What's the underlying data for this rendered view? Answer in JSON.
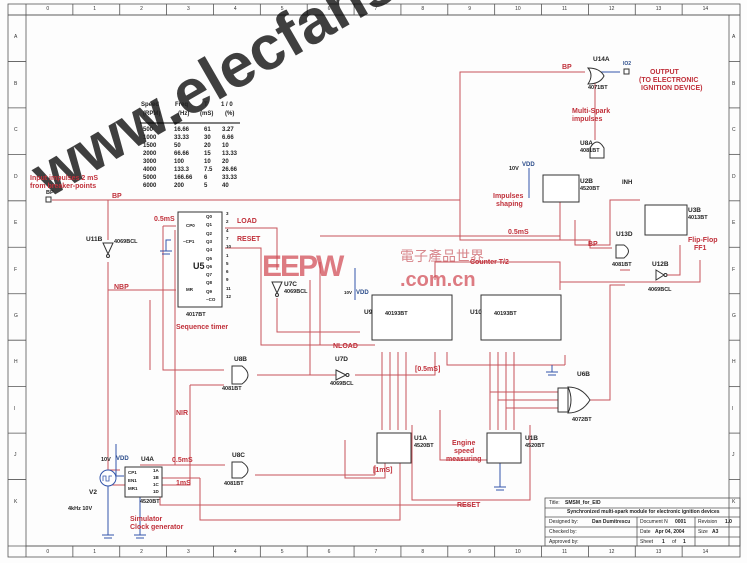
{
  "frame": {
    "columns": [
      "0",
      "1",
      "2",
      "3",
      "4",
      "5",
      "6",
      "7",
      "8",
      "9",
      "10",
      "11",
      "12",
      "13",
      "14"
    ],
    "rows": [
      "A",
      "B",
      "C",
      "D",
      "E",
      "F",
      "G",
      "H",
      "I",
      "J",
      "K"
    ]
  },
  "table": {
    "headers": [
      "Speed",
      "Freq",
      "T",
      "1 / 0"
    ],
    "subheaders": [
      "(RPM)",
      "(Hz)",
      "(mS)",
      "(%)"
    ],
    "rows": [
      [
        "500",
        "16.66",
        "61",
        "3.27"
      ],
      [
        "1000",
        "33.33",
        "30",
        "6.66"
      ],
      [
        "1500",
        "50",
        "20",
        "10"
      ],
      [
        "2000",
        "66.66",
        "15",
        "13.33"
      ],
      [
        "3000",
        "100",
        "10",
        "20"
      ],
      [
        "4000",
        "133.3",
        "7.5",
        "26.66"
      ],
      [
        "5000",
        "166.66",
        "6",
        "33.33"
      ],
      [
        "6000",
        "200",
        "5",
        "40"
      ]
    ]
  },
  "labels": {
    "input_note_1": "Input impulses 2 mS",
    "input_note_2": "from breaker-points",
    "bp_port": "BP",
    "bp": "BP",
    "nbp": "NBP",
    "load": "LOAD",
    "reset": "RESET",
    "reset_bottom": "RESET",
    "half_ms": "0.5mS",
    "half_ms_2": "0.5mS",
    "half_ms_3": "0.5mS",
    "half_ms_bracket": "[0.5mS]",
    "one_ms": "1mS",
    "one_ms_bracket": "[1mS]",
    "nload": "NLOAD",
    "nir": "NIR",
    "counter": "Counter T/2",
    "inh": "INH",
    "bp2": "BP",
    "bp3": "BP",
    "multi_spark_1": "Multi-Spark",
    "multi_spark_2": "impulses",
    "impulses_shaping_1": "Impulses",
    "impulses_shaping_2": "shaping",
    "flipflop_1": "Flip-Flop",
    "flipflop_2": "FF1",
    "output_1": "OUTPUT",
    "output_2": "(TO  ELECTRONIC",
    "output_3": "IGNITION DEVICE)",
    "io2": "IO2",
    "sequence_timer": "Sequence timer",
    "engine_1": "Engine",
    "engine_2": "speed",
    "engine_3": "measuring",
    "simulator_1": "Simulator",
    "simulator_2": "Clock generator",
    "vdd_1": "VDD",
    "vdd_2": "VDD",
    "vdd_3": "VDD",
    "v10_1": "10V",
    "v10_2": "10V",
    "v10_3": "10V",
    "v2": "V2",
    "v2_spec": "4kHz  10V"
  },
  "components": {
    "u14a": {
      "ref": "U14A",
      "part": "4071BT"
    },
    "u8a": {
      "ref": "U8A",
      "part": "4081BT"
    },
    "u2b": {
      "ref": "U2B",
      "part": "4520BT"
    },
    "u3b": {
      "ref": "U3B",
      "part": "4013BT"
    },
    "u13d": {
      "ref": "U13D",
      "part": "4081BT"
    },
    "u12b": {
      "ref": "U12B",
      "part": "4069BCL"
    },
    "u11b": {
      "ref": "U11B",
      "part": "4069BCL"
    },
    "u5": {
      "ref": "U5",
      "part": "4017BT"
    },
    "u7c": {
      "ref": "U7C",
      "part": "4069BCL"
    },
    "u9": {
      "ref": "U9",
      "part": "40193BT"
    },
    "u10": {
      "ref": "U10",
      "part": "40193BT"
    },
    "u7d": {
      "ref": "U7D",
      "part": "4069BCL"
    },
    "u8b": {
      "ref": "U8B",
      "part": "4081BT"
    },
    "u6b": {
      "ref": "U6B",
      "part": "4072BT"
    },
    "u1a": {
      "ref": "U1A",
      "part": "4520BT"
    },
    "u1b": {
      "ref": "U1B",
      "part": "4520BT"
    },
    "u4a": {
      "ref": "U4A",
      "part": "4520BT"
    },
    "u8c": {
      "ref": "U8C",
      "part": "4081BT"
    }
  },
  "u5_pins": [
    "Q0",
    "Q1",
    "Q2",
    "Q3",
    "Q4",
    "Q5",
    "Q6",
    "Q7",
    "Q8",
    "Q9",
    "~CO"
  ],
  "u5_pin_nums": [
    "3",
    "2",
    "4",
    "7",
    "10",
    "1",
    "5",
    "6",
    "9",
    "11",
    "12"
  ],
  "u5_inputs": [
    "CP0",
    "~CP1",
    "MR"
  ],
  "u4a_pins": [
    "CP1",
    "EN1",
    "MR1",
    "1A",
    "1B",
    "1C",
    "1D"
  ],
  "title_block": {
    "title_label": "Title:",
    "title": "SMSM_for_EID",
    "description": "Synchronized multi-spark module for electronic ignition devices",
    "designed_label": "Designed by:",
    "designer": "Dan Dumitrescu",
    "document_label": "Document N",
    "document_no": "0001",
    "revision_label": "Revision",
    "revision": "1.0",
    "checked_label": "Checked by:",
    "date_label": "Date",
    "date": "Apr 04, 2004",
    "size_label": "Size",
    "size": "A3",
    "approved_label": "Approved by:",
    "sheet_label": "Sheet",
    "sheet": "1",
    "of_label": "of",
    "sheets": "1"
  },
  "watermark": {
    "site": "www.elecfans.com",
    "logo": "EEPW",
    "logo_cn": "電子產品世界",
    "logo_url": ".com.cn"
  },
  "colors": {
    "wire": "#c8535a",
    "label": "#c0303a",
    "power": "#3355aa"
  }
}
